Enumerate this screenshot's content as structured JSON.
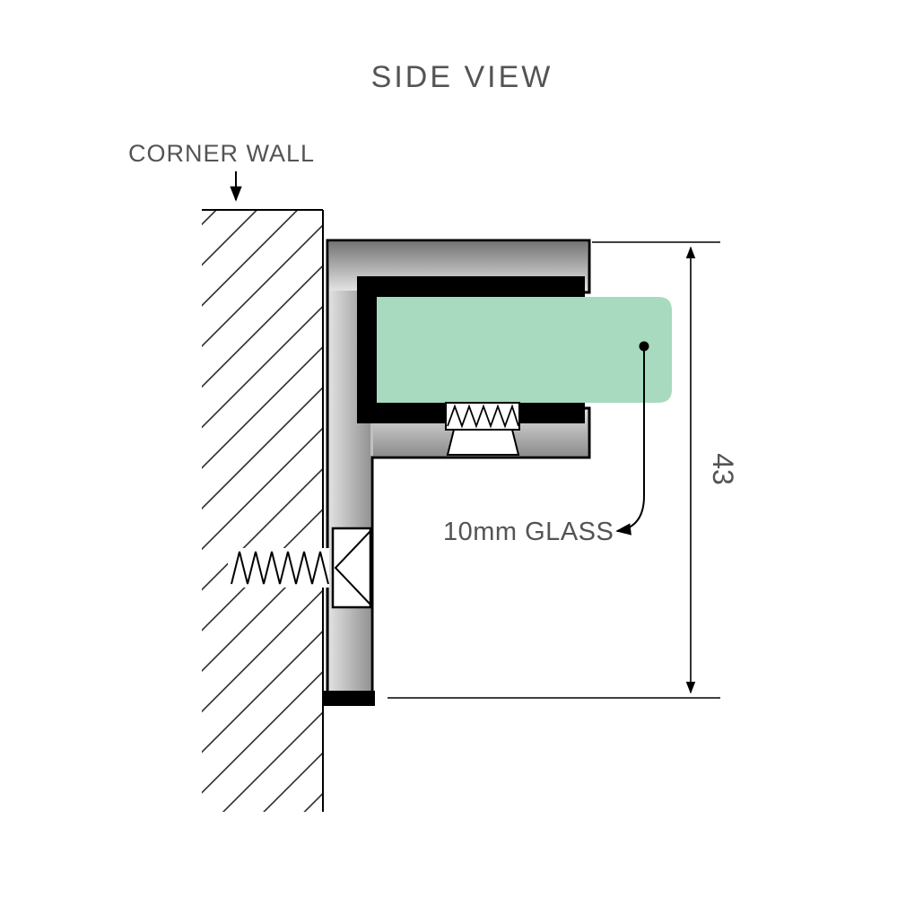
{
  "title": "SIDE VIEW",
  "annotations": {
    "corner_wall": "CORNER WALL",
    "glass_label": "10mm GLASS",
    "dimension_value": "43"
  },
  "colors": {
    "text": "#545454",
    "glass": "#a7dabf",
    "outline": "#000000",
    "metal_mid": "#c0c0c0"
  }
}
